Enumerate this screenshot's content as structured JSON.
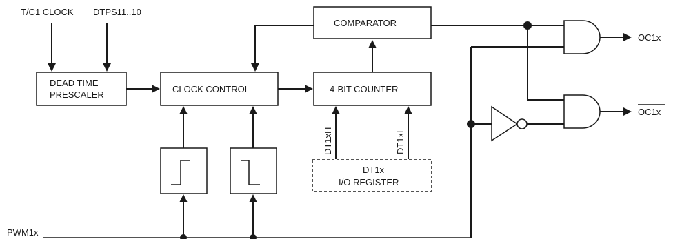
{
  "inputs": {
    "tc1_clock": "T/C1 CLOCK",
    "dtps": "DTPS11..10",
    "pwm": "PWM1x"
  },
  "blocks": {
    "prescaler_line1": "DEAD TIME",
    "prescaler_line2": "PRESCALER",
    "clock_control": "CLOCK CONTROL",
    "comparator": "COMPARATOR",
    "counter": "4-BIT COUNTER",
    "register_line1": "DT1x",
    "register_line2": "I/O REGISTER"
  },
  "signals": {
    "dt_high": "DT1xH",
    "dt_low": "DT1xL"
  },
  "outputs": {
    "oc": "OC1x",
    "oc_inverted": "OC1x"
  }
}
